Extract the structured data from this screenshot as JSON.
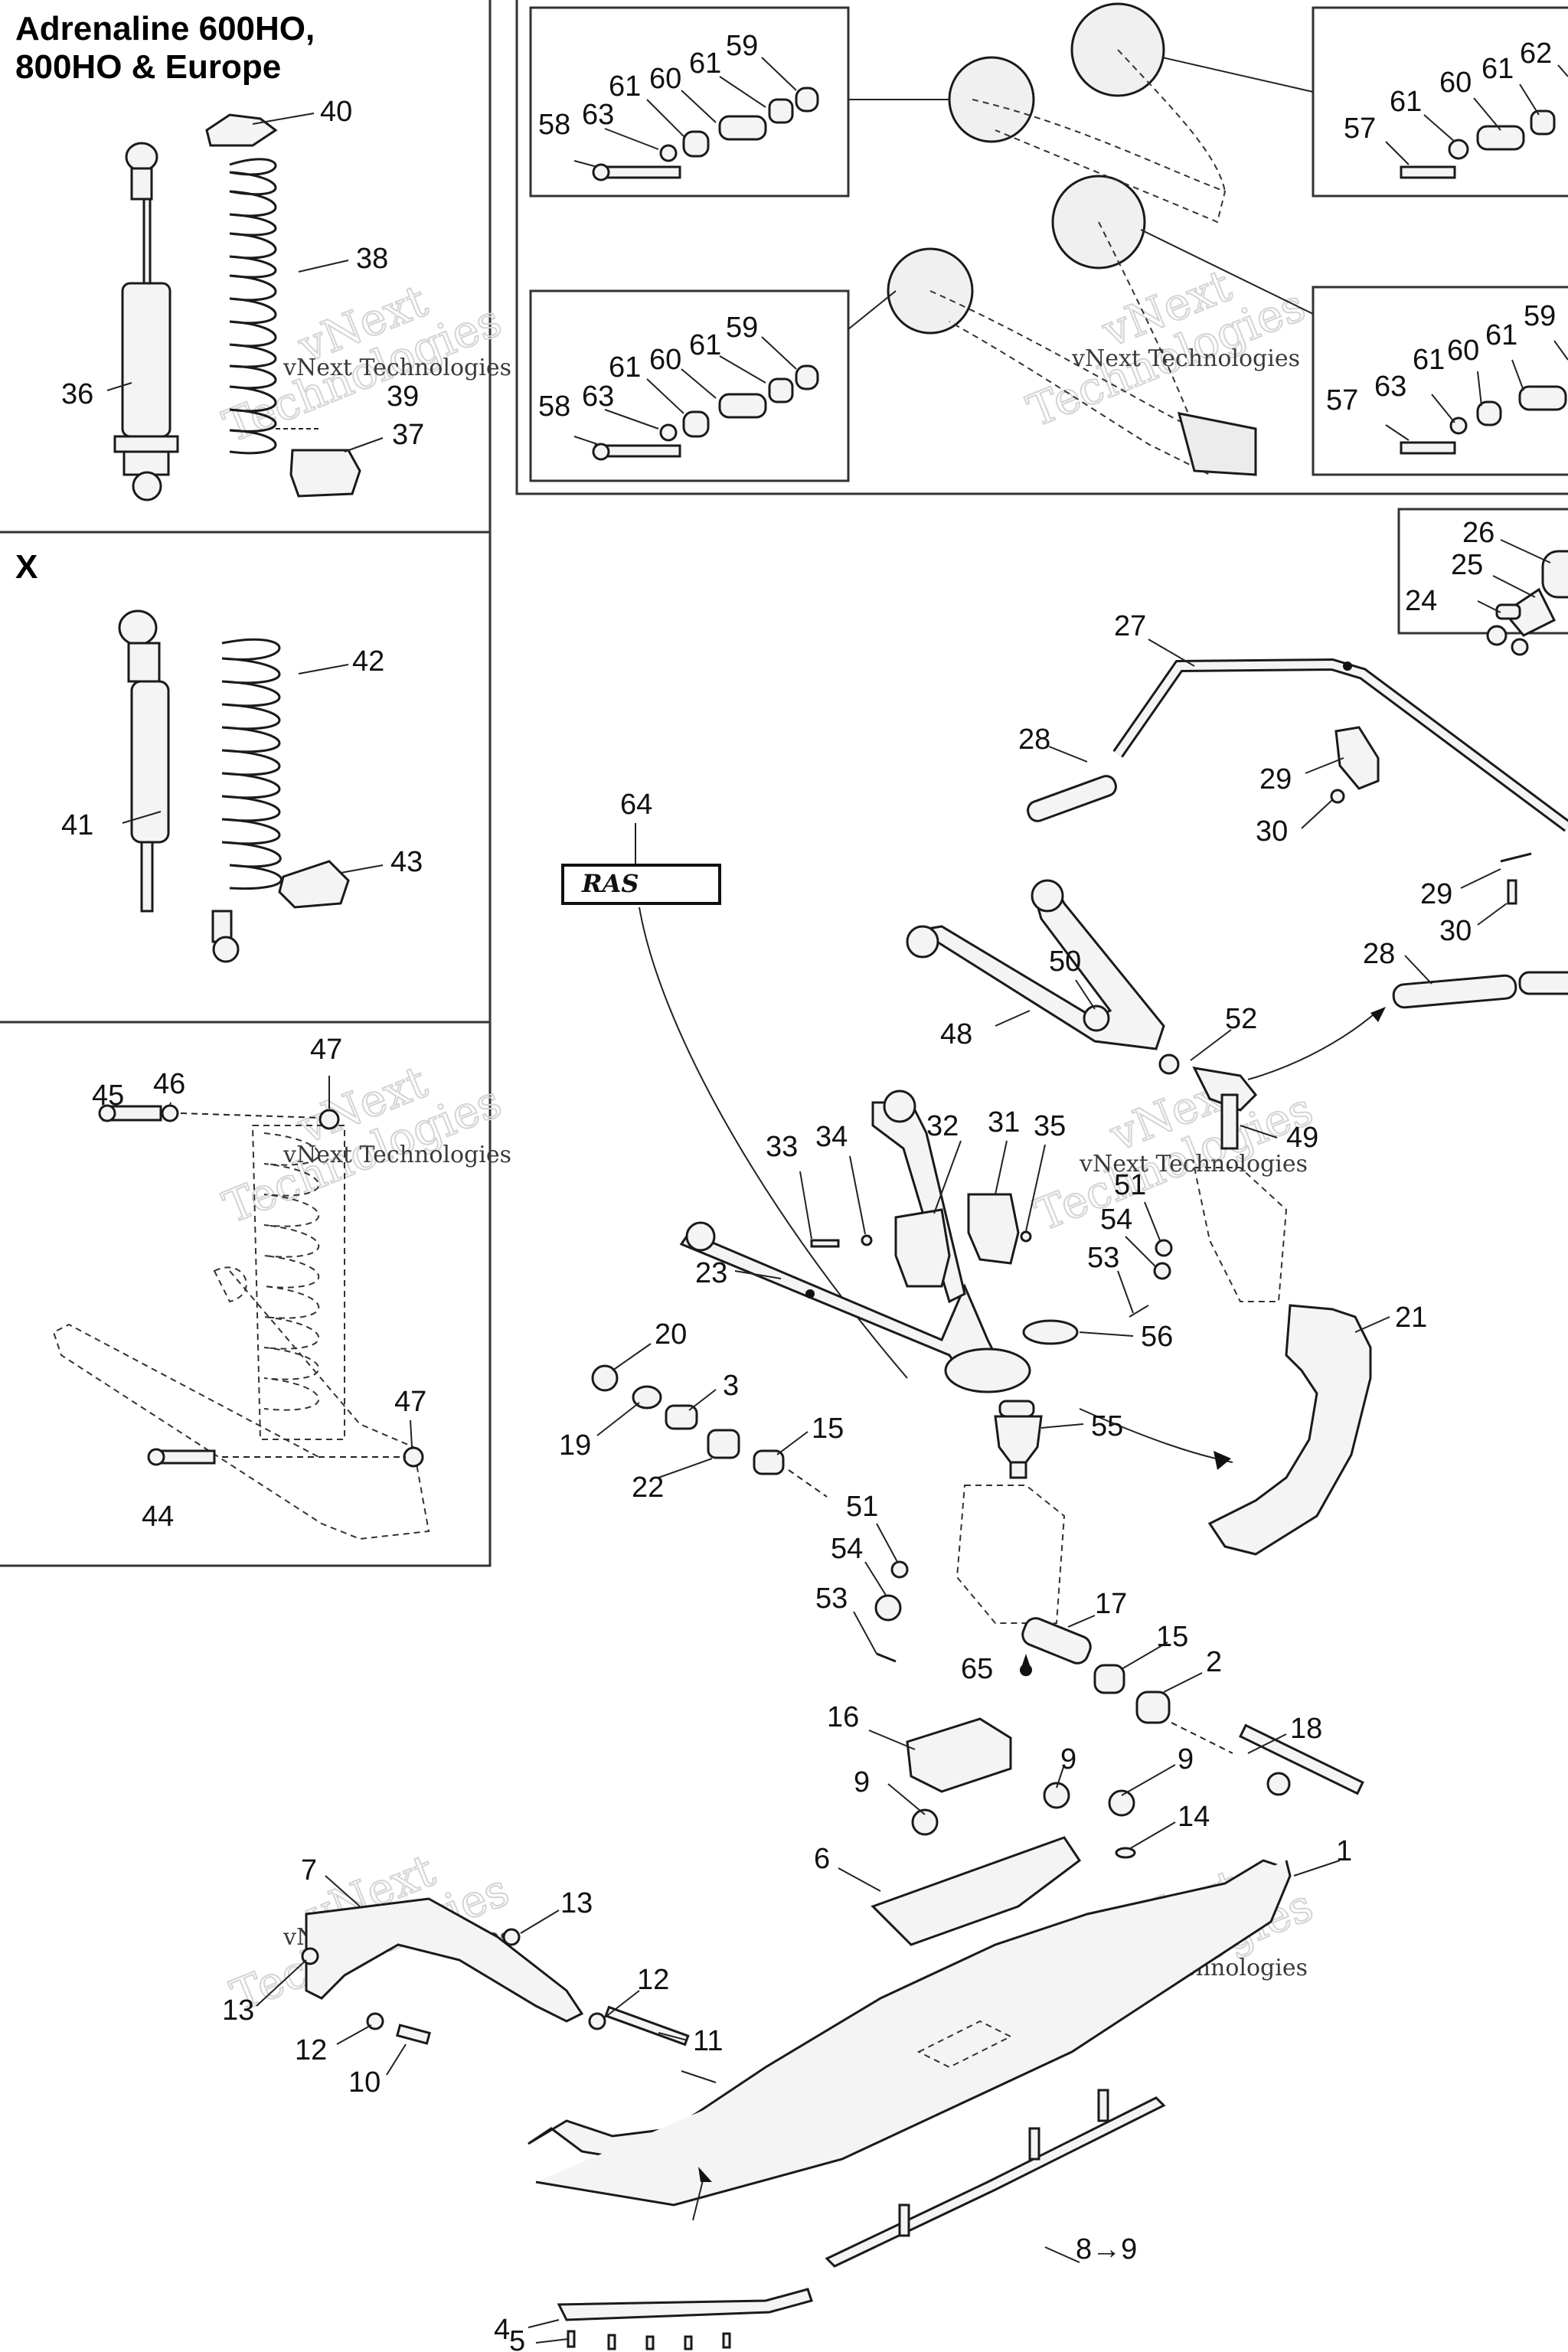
{
  "sections": {
    "top_left_title": "Adrenaline 600HO,\n800HO & Europe",
    "x_title": "X"
  },
  "watermark": {
    "text1": "vNext",
    "text2": "Technologies",
    "small": "vNext Technologies"
  },
  "callouts": [
    {
      "id": "c40",
      "text": "40"
    },
    {
      "id": "c38",
      "text": "38"
    },
    {
      "id": "c36",
      "text": "36"
    },
    {
      "id": "c39",
      "text": "39"
    },
    {
      "id": "c37",
      "text": "37"
    },
    {
      "id": "c42",
      "text": "42"
    },
    {
      "id": "c41",
      "text": "41"
    },
    {
      "id": "c43",
      "text": "43"
    },
    {
      "id": "c47a",
      "text": "47"
    },
    {
      "id": "c45",
      "text": "45"
    },
    {
      "id": "c46",
      "text": "46"
    },
    {
      "id": "c47b",
      "text": "47"
    },
    {
      "id": "c44",
      "text": "44"
    },
    {
      "id": "c58a",
      "text": "58"
    },
    {
      "id": "c63a",
      "text": "63"
    },
    {
      "id": "c61a",
      "text": "61"
    },
    {
      "id": "c60a",
      "text": "60"
    },
    {
      "id": "c61b",
      "text": "61"
    },
    {
      "id": "c59a",
      "text": "59"
    },
    {
      "id": "c58b",
      "text": "58"
    },
    {
      "id": "c63b",
      "text": "63"
    },
    {
      "id": "c61c",
      "text": "61"
    },
    {
      "id": "c60b",
      "text": "60"
    },
    {
      "id": "c61d",
      "text": "61"
    },
    {
      "id": "c59b",
      "text": "59"
    },
    {
      "id": "c57a",
      "text": "57"
    },
    {
      "id": "c61e",
      "text": "61"
    },
    {
      "id": "c60c",
      "text": "60"
    },
    {
      "id": "c61f",
      "text": "61"
    },
    {
      "id": "c62",
      "text": "62"
    },
    {
      "id": "c57b",
      "text": "57"
    },
    {
      "id": "c63c",
      "text": "63"
    },
    {
      "id": "c61g",
      "text": "61"
    },
    {
      "id": "c60d",
      "text": "60"
    },
    {
      "id": "c61h",
      "text": "61"
    },
    {
      "id": "c59c",
      "text": "59"
    },
    {
      "id": "c26",
      "text": "26"
    },
    {
      "id": "c25",
      "text": "25"
    },
    {
      "id": "c24",
      "text": "24"
    },
    {
      "id": "c27",
      "text": "27"
    },
    {
      "id": "c28a",
      "text": "28"
    },
    {
      "id": "c29a",
      "text": "29"
    },
    {
      "id": "c30a",
      "text": "30"
    },
    {
      "id": "c29b",
      "text": "29"
    },
    {
      "id": "c30b",
      "text": "30"
    },
    {
      "id": "c28b",
      "text": "28"
    },
    {
      "id": "c64",
      "text": "64"
    },
    {
      "id": "c50",
      "text": "50"
    },
    {
      "id": "c52",
      "text": "52"
    },
    {
      "id": "c48",
      "text": "48"
    },
    {
      "id": "c33",
      "text": "33"
    },
    {
      "id": "c34",
      "text": "34"
    },
    {
      "id": "c32",
      "text": "32"
    },
    {
      "id": "c31",
      "text": "31"
    },
    {
      "id": "c35",
      "text": "35"
    },
    {
      "id": "c49",
      "text": "49"
    },
    {
      "id": "c51a",
      "text": "51"
    },
    {
      "id": "c54a",
      "text": "54"
    },
    {
      "id": "c53a",
      "text": "53"
    },
    {
      "id": "c23",
      "text": "23"
    },
    {
      "id": "c56",
      "text": "56"
    },
    {
      "id": "c21",
      "text": "21"
    },
    {
      "id": "c20",
      "text": "20"
    },
    {
      "id": "c3",
      "text": "3"
    },
    {
      "id": "c19",
      "text": "19"
    },
    {
      "id": "c15a",
      "text": "15"
    },
    {
      "id": "c22",
      "text": "22"
    },
    {
      "id": "c55",
      "text": "55"
    },
    {
      "id": "c51b",
      "text": "51"
    },
    {
      "id": "c54b",
      "text": "54"
    },
    {
      "id": "c53b",
      "text": "53"
    },
    {
      "id": "c17",
      "text": "17"
    },
    {
      "id": "c15b",
      "text": "15"
    },
    {
      "id": "c65",
      "text": "65"
    },
    {
      "id": "c2",
      "text": "2"
    },
    {
      "id": "c16",
      "text": "16"
    },
    {
      "id": "c18",
      "text": "18"
    },
    {
      "id": "c9a",
      "text": "9"
    },
    {
      "id": "c9b",
      "text": "9"
    },
    {
      "id": "c9c",
      "text": "9"
    },
    {
      "id": "c14",
      "text": "14"
    },
    {
      "id": "c6",
      "text": "6"
    },
    {
      "id": "c1",
      "text": "1"
    },
    {
      "id": "c7",
      "text": "7"
    },
    {
      "id": "c13a",
      "text": "13"
    },
    {
      "id": "c13b",
      "text": "13"
    },
    {
      "id": "c12a",
      "text": "12"
    },
    {
      "id": "c12b",
      "text": "12"
    },
    {
      "id": "c11",
      "text": "11"
    },
    {
      "id": "c10",
      "text": "10"
    },
    {
      "id": "c89",
      "text": "8→9"
    },
    {
      "id": "c4",
      "text": "4"
    },
    {
      "id": "c5",
      "text": "5"
    }
  ]
}
